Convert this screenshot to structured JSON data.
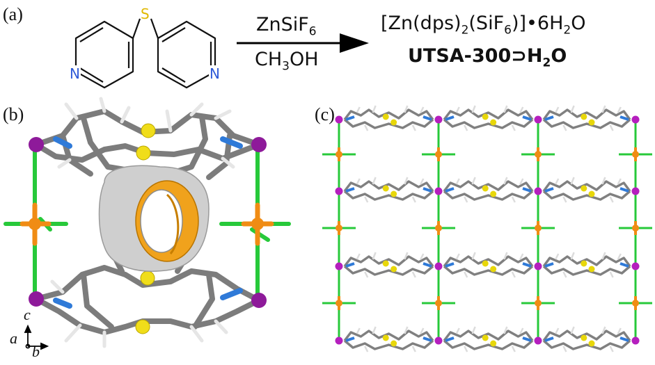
{
  "panels": {
    "a": "(a)",
    "b": "(b)",
    "c": "(c)"
  },
  "scheme": {
    "atom_s": "S",
    "atom_n_left": "N",
    "atom_n_right": "N",
    "reagent_top_main": "ZnSiF",
    "reagent_top_sub": "6",
    "reagent_bottom_a": "CH",
    "reagent_bottom_sub": "3",
    "reagent_bottom_b": "OH",
    "product_line1_a": "[Zn(dps)",
    "product_line1_sub1": "2",
    "product_line1_b": "(SiF",
    "product_line1_sub2": "6",
    "product_line1_c": ")]•6H",
    "product_line1_sub3": "2",
    "product_line1_d": "O",
    "product_line2_a": "UTSA-300⊃H",
    "product_line2_sub": "2",
    "product_line2_b": "O"
  },
  "axes": {
    "c": "c",
    "a": "a",
    "b": "b"
  },
  "colors": {
    "sulfur": "#e8d70a",
    "nitrogen": "#2f7ad8",
    "zinc": "#8e1a9a",
    "silicon": "#f08c14",
    "fluorine": "#27c93a",
    "carbon": "#808080",
    "hydrogen": "#f0f0f0",
    "pore_outer": "#d0d0d0",
    "pore_inner": "#f0a21c",
    "arrow": "#000000",
    "bond_skeleton": "#111111"
  }
}
